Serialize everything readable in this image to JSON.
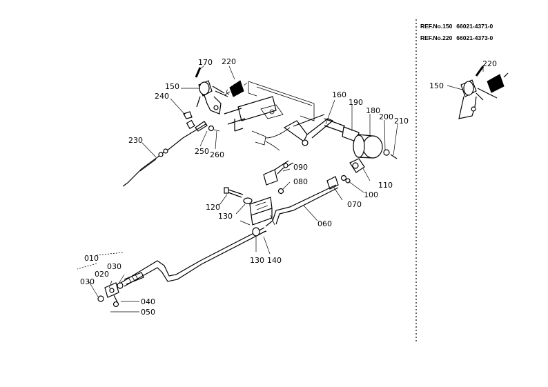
{
  "ref_notes": [
    {
      "ref": "REF.No.150",
      "part_no": "66021-4371-0"
    },
    {
      "ref": "REF.No.220",
      "part_no": "66021-4373-0"
    }
  ],
  "callouts": {
    "c170": "170",
    "c220": "220",
    "c150": "150",
    "c240": "240",
    "c230": "230",
    "c250": "250",
    "c260": "260",
    "c160": "160",
    "c190": "190",
    "c180": "180",
    "c200": "200",
    "c210": "210",
    "c090": "090",
    "c080": "080",
    "c110": "110",
    "c100": "100",
    "c070": "070",
    "c120": "120",
    "c130a": "130",
    "c060": "060",
    "c130b": "130",
    "c140": "140",
    "c010": "010",
    "c030a": "030",
    "c020": "020",
    "c030b": "030",
    "c040": "040",
    "c050": "050",
    "inset_c220": "220",
    "inset_c150": "150"
  }
}
